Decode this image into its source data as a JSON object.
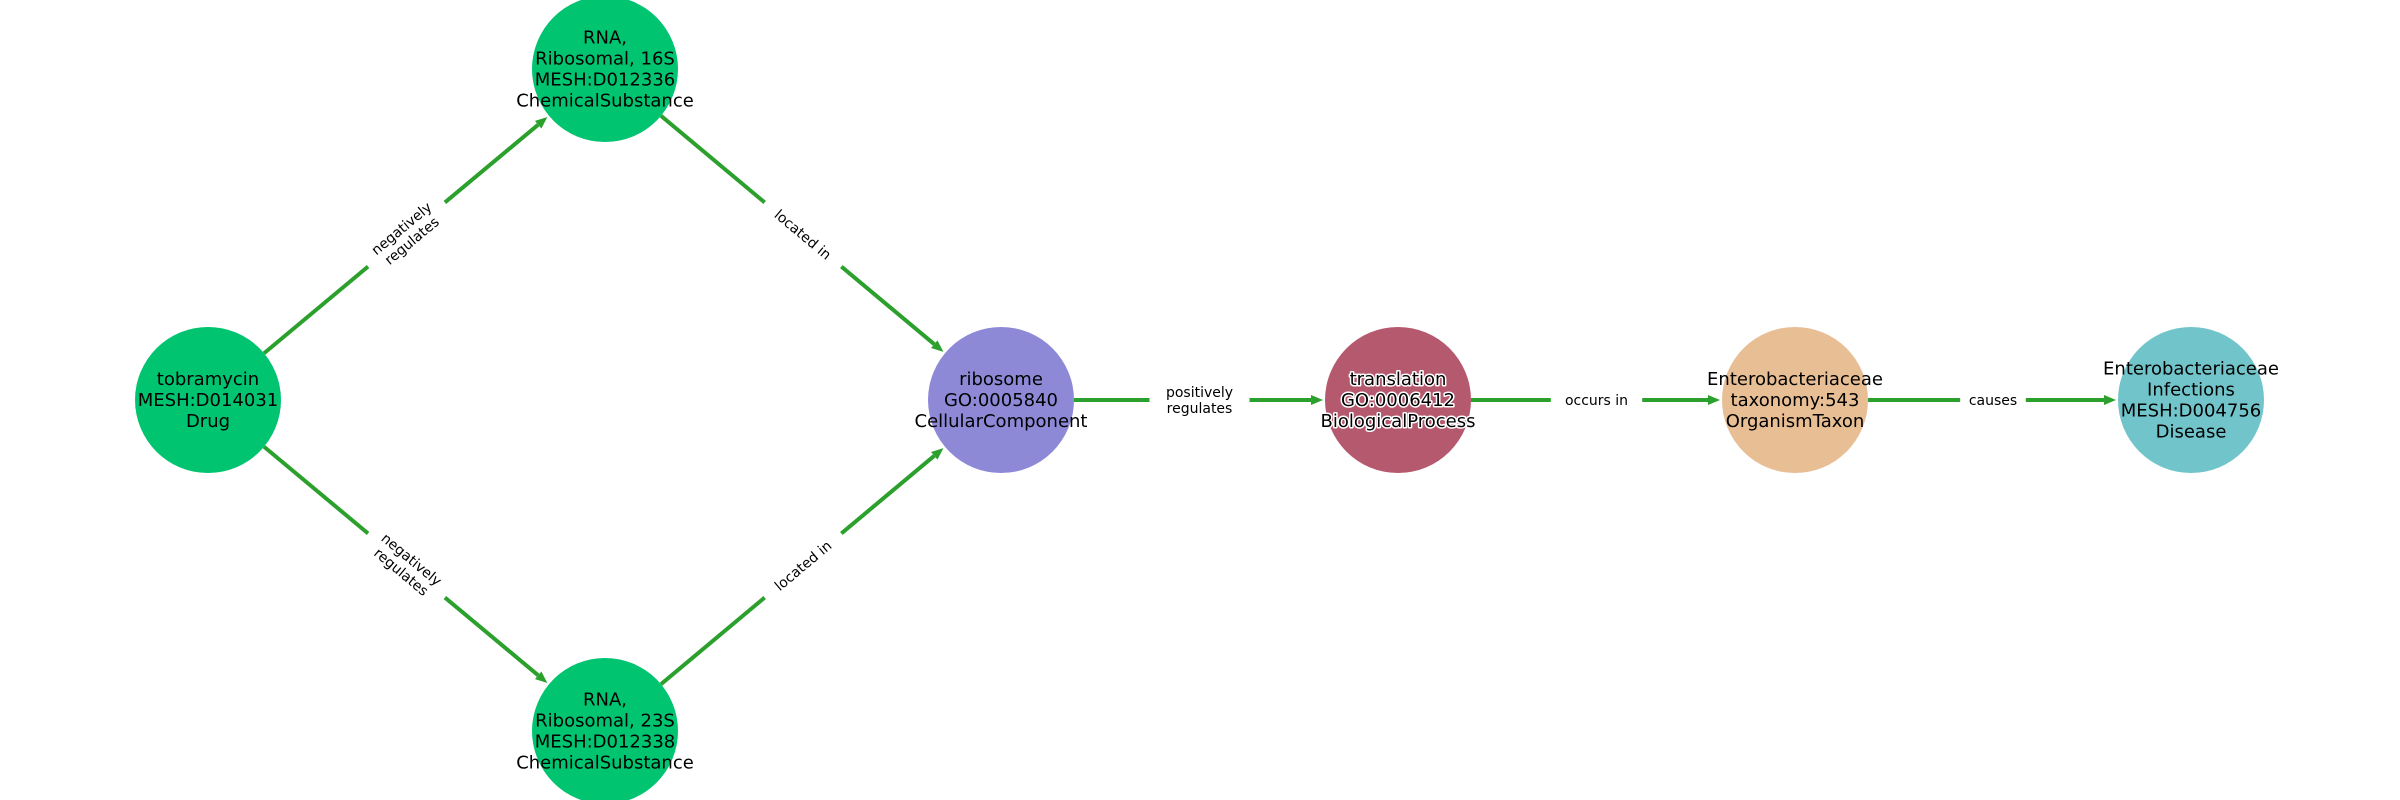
{
  "colors": {
    "edge": "#2CA02C",
    "background": "#FFFFFF"
  },
  "nodes": [
    {
      "id": "tobramycin",
      "lines": [
        "tobramycin",
        "MESH:D014031",
        "Drug"
      ],
      "color": "#00C470",
      "halo": false
    },
    {
      "id": "rna16s",
      "lines": [
        "RNA,",
        "Ribosomal, 16S",
        "MESH:D012336",
        "ChemicalSubstance"
      ],
      "color": "#00C470",
      "halo": false
    },
    {
      "id": "rna23s",
      "lines": [
        "RNA,",
        "Ribosomal, 23S",
        "MESH:D012338",
        "ChemicalSubstance"
      ],
      "color": "#00C470",
      "halo": false
    },
    {
      "id": "ribosome",
      "lines": [
        "ribosome",
        "GO:0005840",
        "CellularComponent"
      ],
      "color": "#8E89D7",
      "halo": false
    },
    {
      "id": "translation",
      "lines": [
        "translation",
        "GO:0006412",
        "BiologicalProcess"
      ],
      "color": "#B5596E",
      "halo": true
    },
    {
      "id": "enterobacteriaceae",
      "lines": [
        "Enterobacteriaceae",
        "taxonomy:543",
        "OrganismTaxon"
      ],
      "color": "#E8BE95",
      "halo": false
    },
    {
      "id": "infections",
      "lines": [
        "Enterobacteriaceae",
        "Infections",
        "MESH:D004756",
        "Disease"
      ],
      "color": "#71C5CA",
      "halo": false
    }
  ],
  "edges": [
    {
      "source": "tobramycin",
      "target": "rna16s",
      "label": [
        "negatively",
        "regulates"
      ]
    },
    {
      "source": "tobramycin",
      "target": "rna23s",
      "label": [
        "negatively",
        "regulates"
      ]
    },
    {
      "source": "rna16s",
      "target": "ribosome",
      "label": [
        "located in"
      ]
    },
    {
      "source": "rna23s",
      "target": "ribosome",
      "label": [
        "located in"
      ]
    },
    {
      "source": "ribosome",
      "target": "translation",
      "label": [
        "positively",
        "regulates"
      ]
    },
    {
      "source": "translation",
      "target": "enterobacteriaceae",
      "label": [
        "occurs in"
      ]
    },
    {
      "source": "enterobacteriaceae",
      "target": "infections",
      "label": [
        "causes"
      ]
    }
  ]
}
